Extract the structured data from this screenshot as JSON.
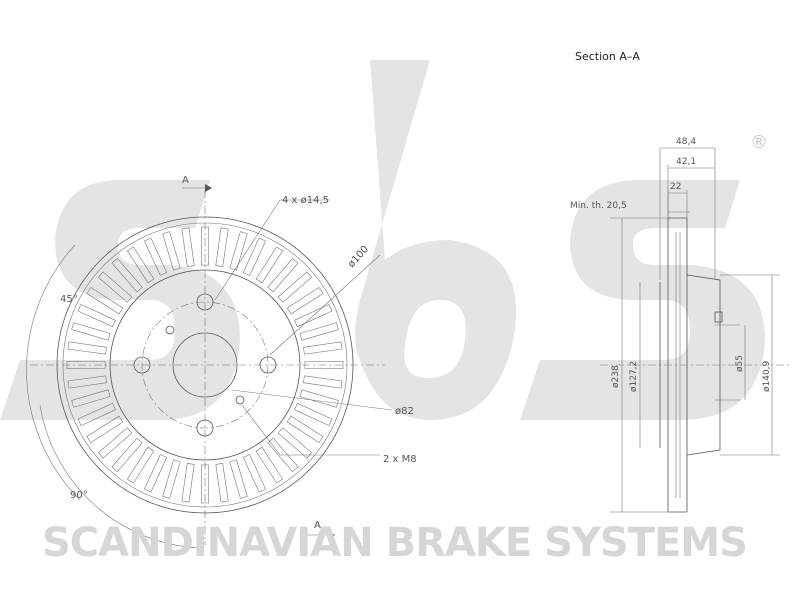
{
  "section_title": "Section A–A",
  "section_marker": "A",
  "brand_text": "SCANDINAVIAN BRAKE SYSTEMS",
  "brand_logo": "sbs",
  "registered_mark": "®",
  "front_view": {
    "holes_label": "4 x ø14,5",
    "pcd_label": "ø100",
    "center_bore_label": "ø82",
    "threads_label": "2 x M8",
    "angle_45_label": "45°",
    "angle_90_label": "90°",
    "vane_count": 44
  },
  "section_view": {
    "dim_overall_width": "48,4",
    "dim_hat_height": "42,1",
    "dim_thickness": "22",
    "dim_min_thickness": "Min. th. 20,5",
    "dim_outer_diameter": "ø238",
    "dim_inner_diameter": "ø127,2",
    "dim_center_bore": "ø55",
    "dim_hat_diameter": "ø140,9"
  },
  "colors": {
    "watermark": "#d6d6d6",
    "lines": "#555555"
  }
}
